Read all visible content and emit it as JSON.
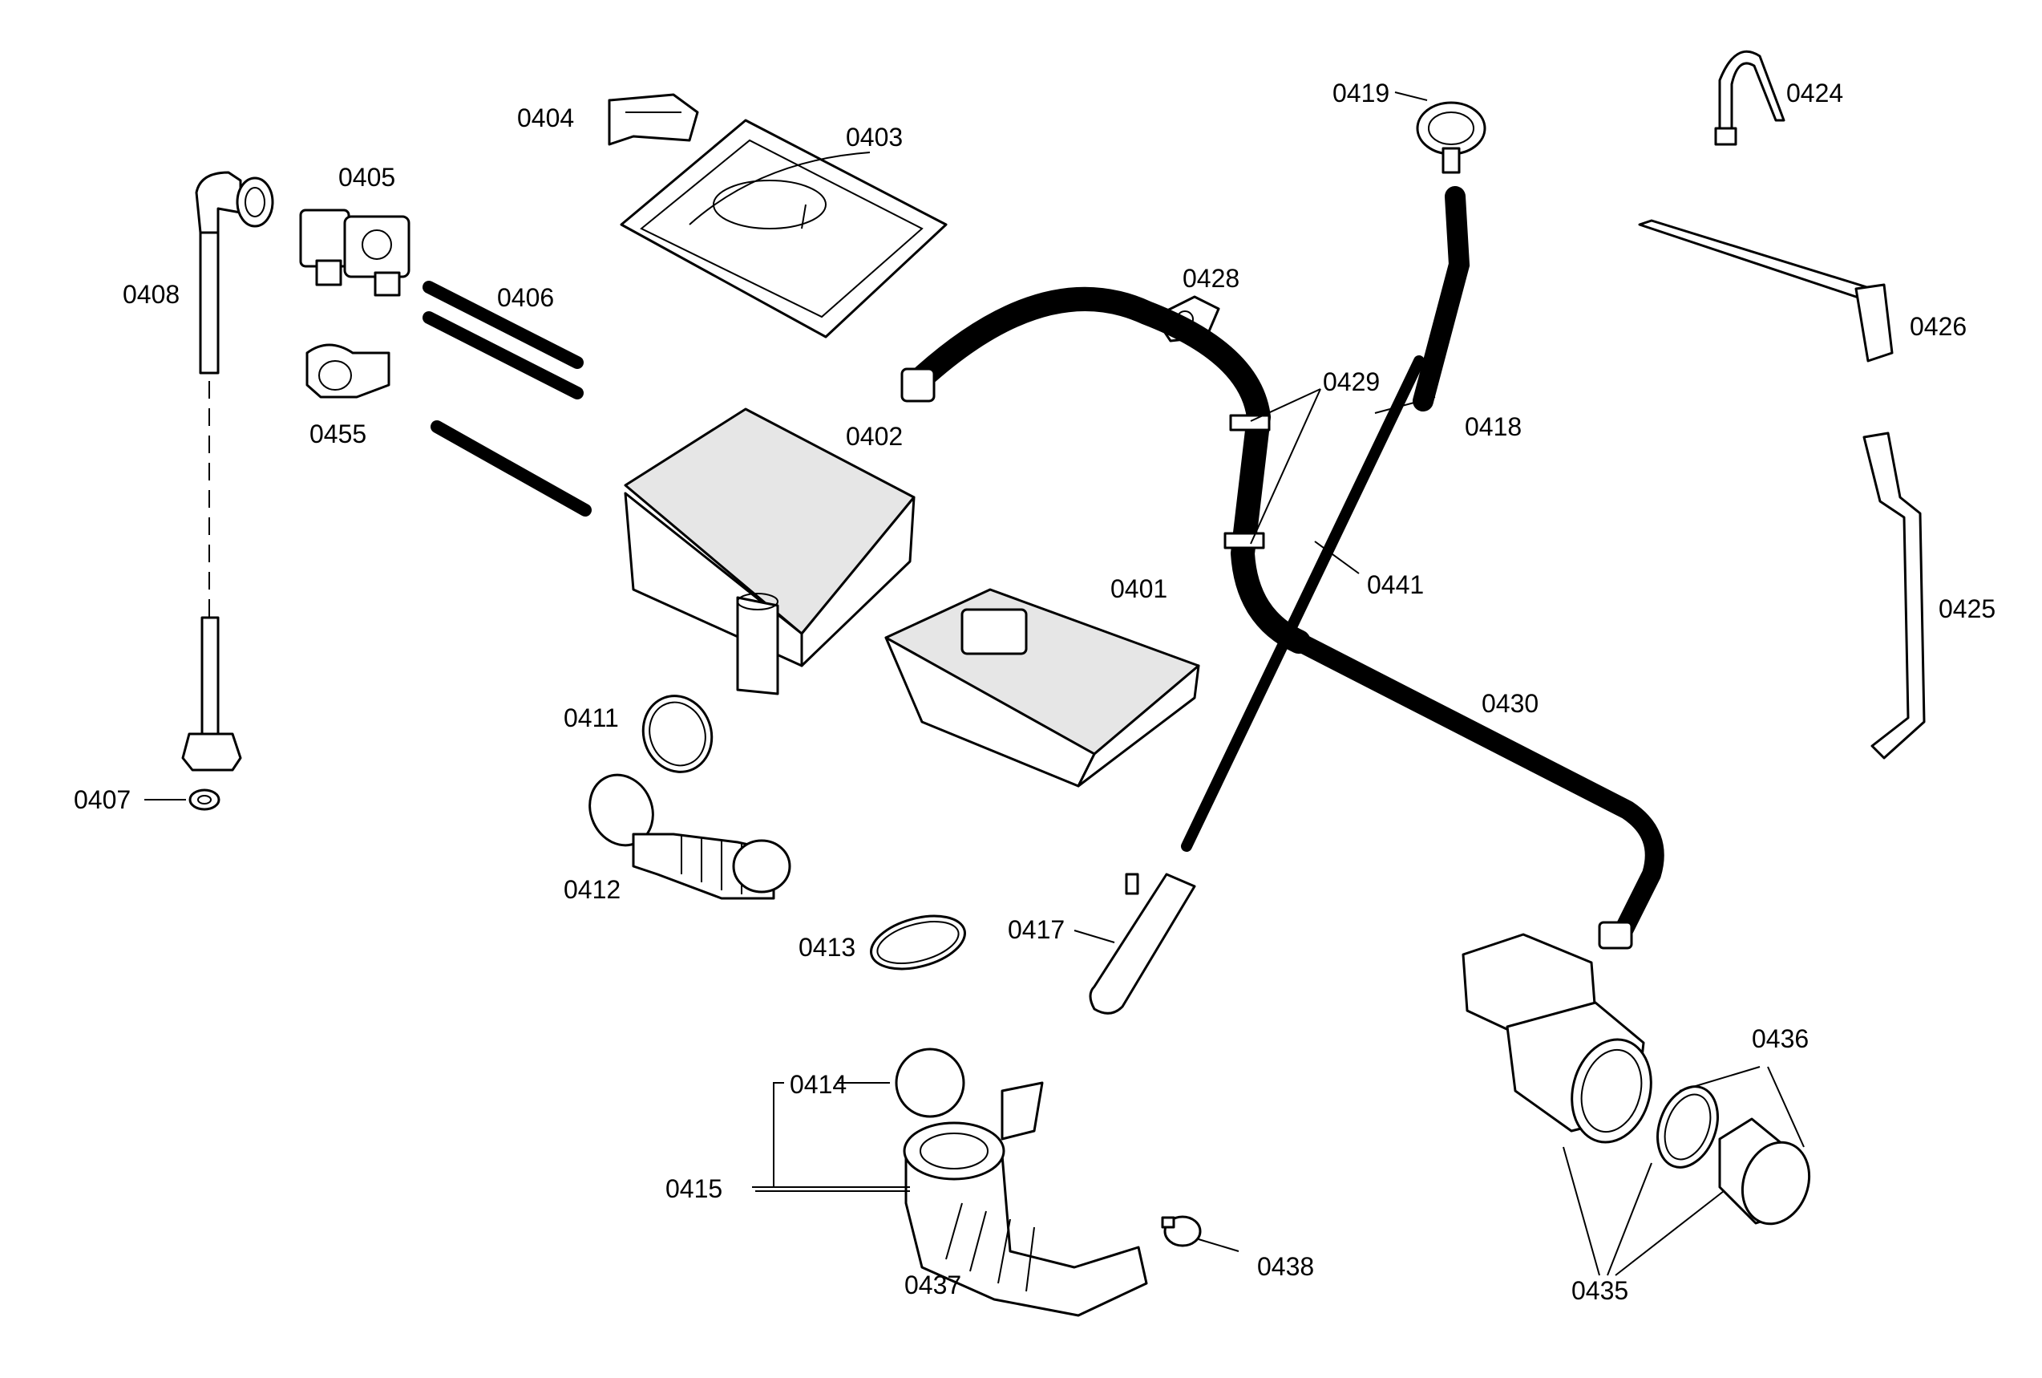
{
  "colors": {
    "ink": "#000000",
    "paper": "#ffffff",
    "shade": "#e6e6e6"
  },
  "parts": {
    "p0401": "0401",
    "p0402": "0402",
    "p0403": "0403",
    "p0404": "0404",
    "p0405": "0405",
    "p0406": "0406",
    "p0407": "0407",
    "p0408": "0408",
    "p0411": "0411",
    "p0412": "0412",
    "p0413": "0413",
    "p0414": "0414",
    "p0415": "0415",
    "p0417": "0417",
    "p0418": "0418",
    "p0419": "0419",
    "p0424": "0424",
    "p0425": "0425",
    "p0426": "0426",
    "p0428": "0428",
    "p0429": "0429",
    "p0430": "0430",
    "p0435": "0435",
    "p0436": "0436",
    "p0437": "0437",
    "p0438": "0438",
    "p0441": "0441",
    "p0455": "0455"
  }
}
